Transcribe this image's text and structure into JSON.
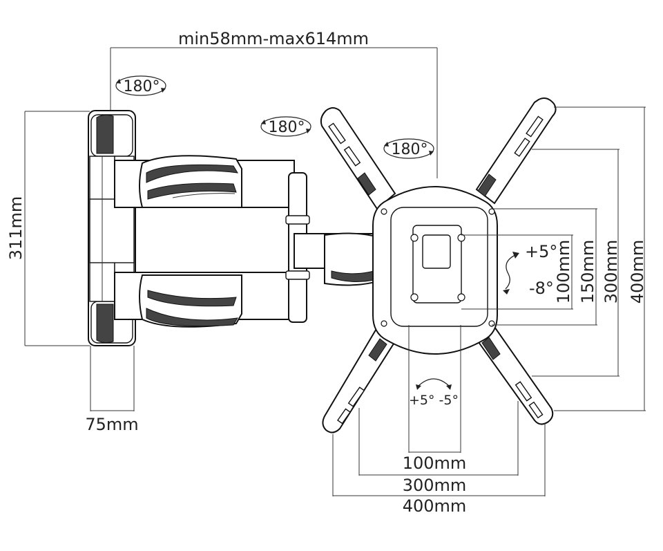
{
  "dimensions": {
    "arm_extension": "min58mm-max614mm",
    "wall_plate_height": "311mm",
    "wall_plate_width": "75mm",
    "vesa_h_100": "100mm",
    "vesa_h_300": "300mm",
    "vesa_h_400": "400mm",
    "vesa_v_100": "100mm",
    "vesa_v_150": "150mm",
    "vesa_v_300": "300mm",
    "vesa_v_400": "400mm"
  },
  "rotations": {
    "wall_swivel": "180°",
    "arm_swivel": "180°",
    "head_swivel": "180°"
  },
  "tilt": {
    "up": "+5°",
    "down": "-8°"
  },
  "level": {
    "label": "+5° -5°"
  }
}
